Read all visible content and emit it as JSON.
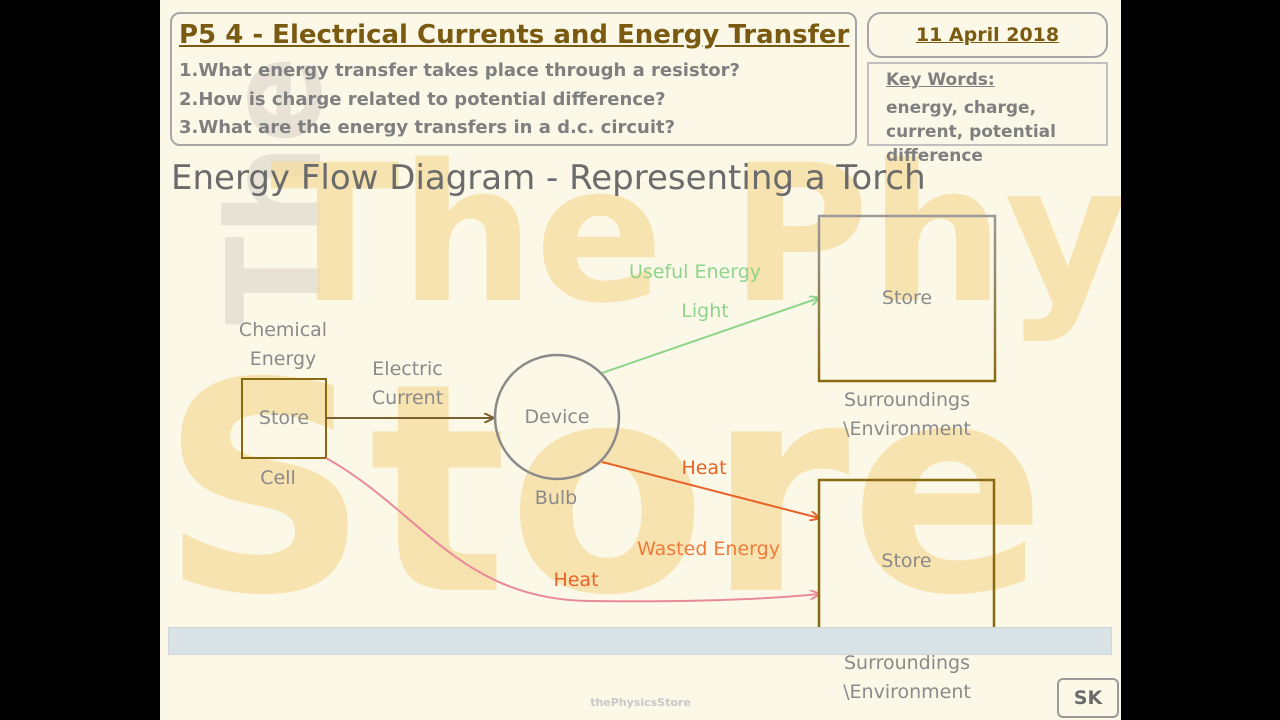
{
  "header": {
    "title": "P5 4 - Electrical Currents and Energy Transfer",
    "questions": [
      "1.What energy transfer takes place through a resistor?",
      "2.How is charge related to potential difference?",
      "3.What are the energy transfers in a d.c. circuit?"
    ],
    "date": "11 April 2018",
    "key_words_title": "Key Words:",
    "key_words": "energy, charge, current, potential difference"
  },
  "heading": "Energy Flow Diagram - Representing a Torch",
  "diagram": {
    "source_top": "Chemical Energy",
    "source_box": "Store",
    "source_bottom": "Cell",
    "arrow_label": "Electric Current",
    "device": "Device",
    "device_bottom": "Bulb",
    "useful_label": "Useful Energy",
    "light_label": "Light",
    "store_top": "Store",
    "store_top_caption": "Surroundings \\Environment",
    "heat_label_1": "Heat",
    "wasted_label": "Wasted Energy",
    "heat_label_2": "Heat",
    "store_bottom": "Store",
    "store_bottom_caption": "Surroundings \\Environment"
  },
  "watermark": {
    "line1": "The Physics",
    "line2": "Store"
  },
  "footer": "thePhysicsStore",
  "badge": "SK",
  "colors": {
    "slide_bg": "#fbf8e8",
    "brown": "#8a6a10",
    "green": "#8fd48a",
    "heat_orange": "#e8632a",
    "wasted_orange": "#f07a3a",
    "pink_line": "#e88a9a"
  }
}
